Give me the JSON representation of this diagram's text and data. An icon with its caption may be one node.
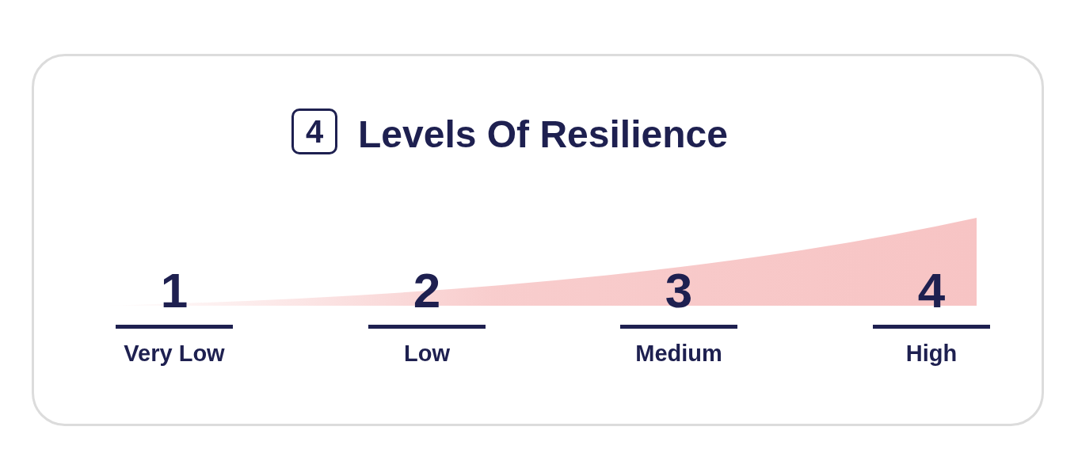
{
  "diagram": {
    "title": "**Levels** Of Resilience",
    "labels": [
      "4",
      "1",
      "Very Low",
      "2",
      "Low",
      "3",
      "Medium",
      "4",
      "High"
    ]
  }
}
